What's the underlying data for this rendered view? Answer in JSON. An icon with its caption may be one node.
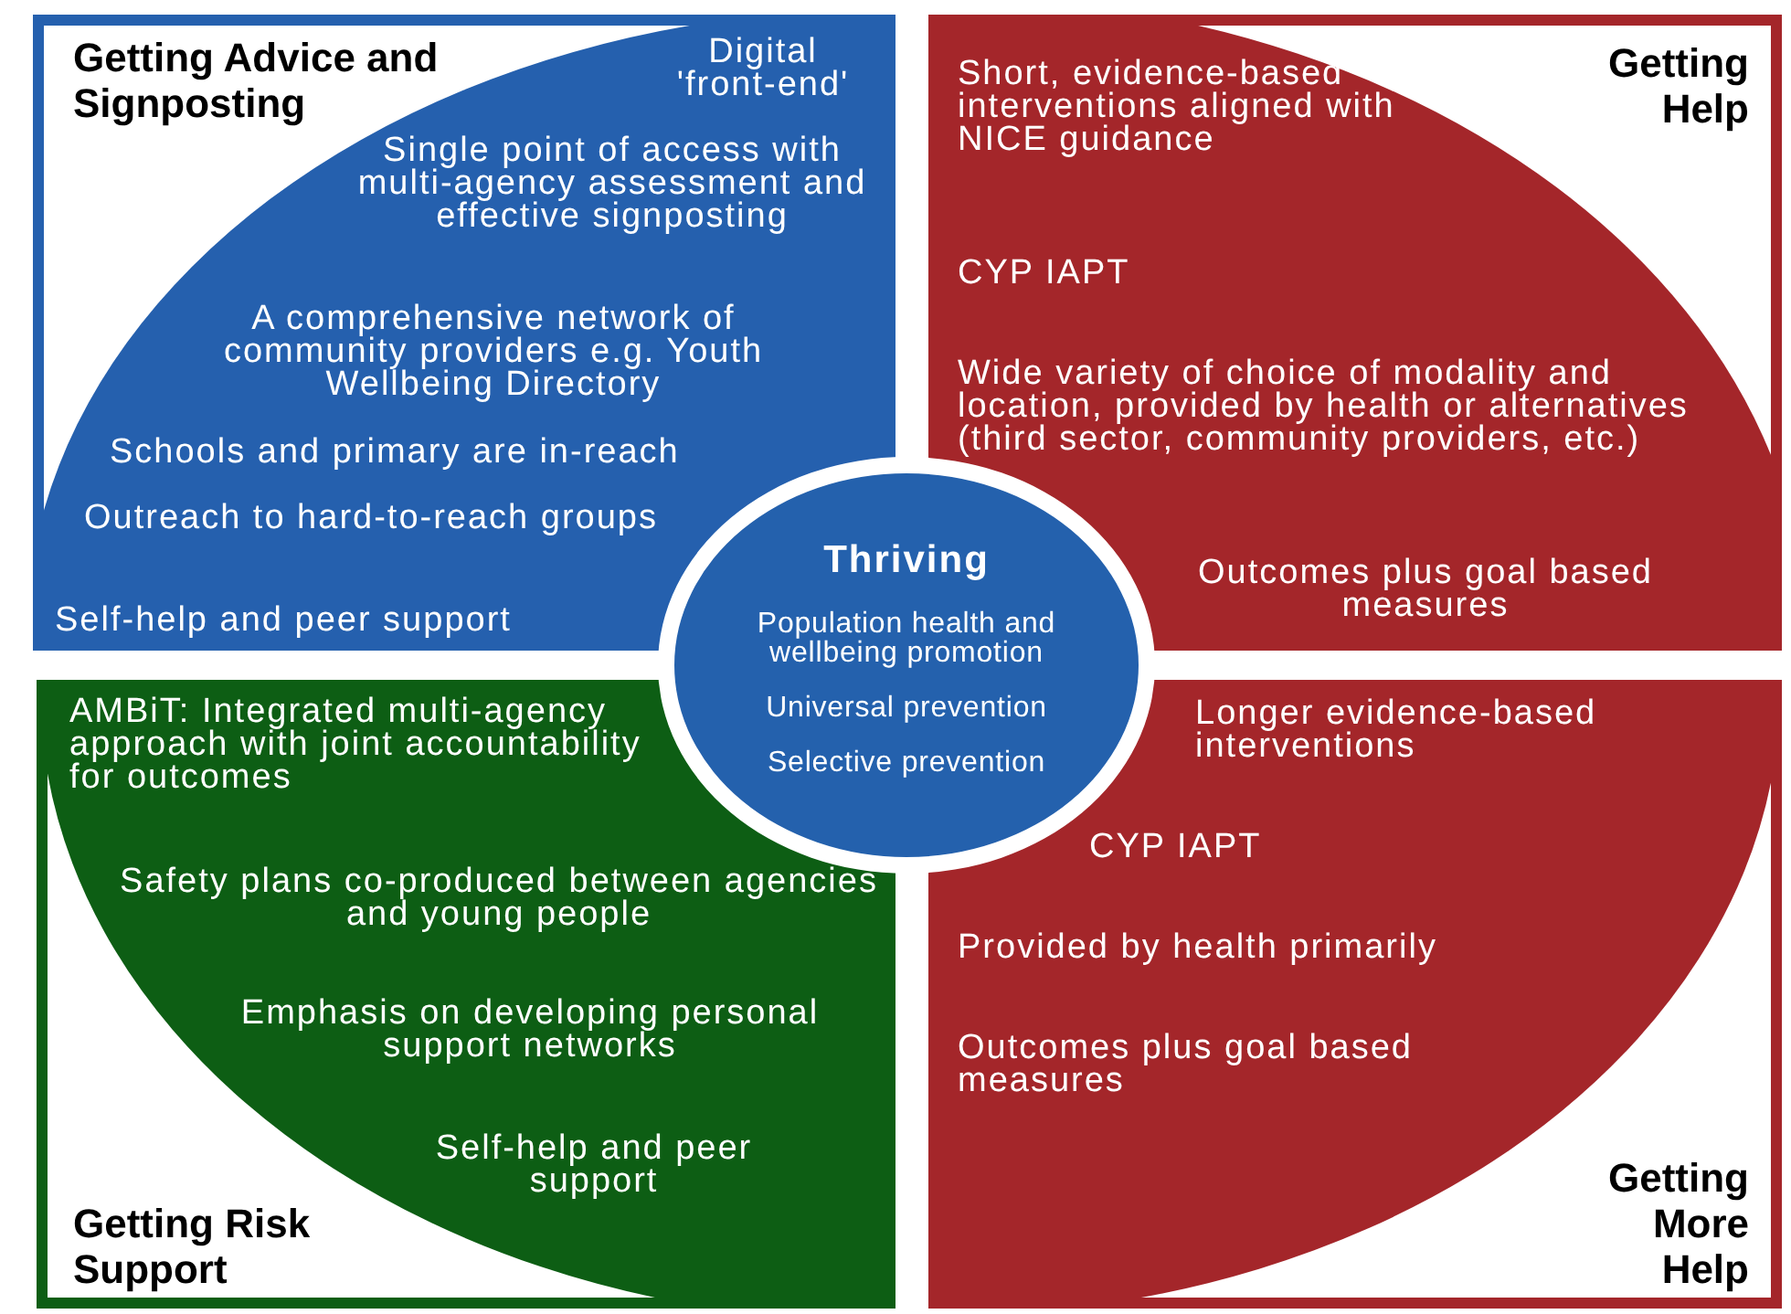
{
  "diagram": {
    "nodes": [
      {
        "text": [
          "Getting Advice and Signposting",
          "Digital 'front-end'",
          "Single point of access with multi-agency assessment and effective signposting",
          "A comprehensive network of community providers e.g. Youth Wellbeing Directory",
          "Schools and primary are in-reach",
          "Outreach to hard-to-reach groups",
          "Self-help and peer support"
        ]
      },
      {
        "text": [
          "Getting Help",
          "Short, evidence-based interventions aligned with NICE guidance",
          "CYP IAPT",
          "Wide variety of choice of modality and location, provided by health or alternatives (third sector, community providers, etc.)",
          "Outcomes plus goal based measures"
        ]
      },
      {
        "text": [
          "Thriving",
          "Population health and wellbeing promotion",
          "Universal prevention",
          "Selective prevention"
        ]
      },
      {
        "text": [
          "AMBiT: Integrated multi-agency approach with joint accountability for outcomes",
          "Safety plans co-produced between agencies and young people",
          "Emphasis on developing personal support networks",
          "Self-help and peer support",
          "Getting Risk Support"
        ]
      },
      {
        "text": [
          "Longer evidence-based interventions",
          "CYP IAPT",
          "Provided by health primarily",
          "Outcomes plus goal based measures",
          "Getting More Help"
        ]
      }
    ]
  }
}
